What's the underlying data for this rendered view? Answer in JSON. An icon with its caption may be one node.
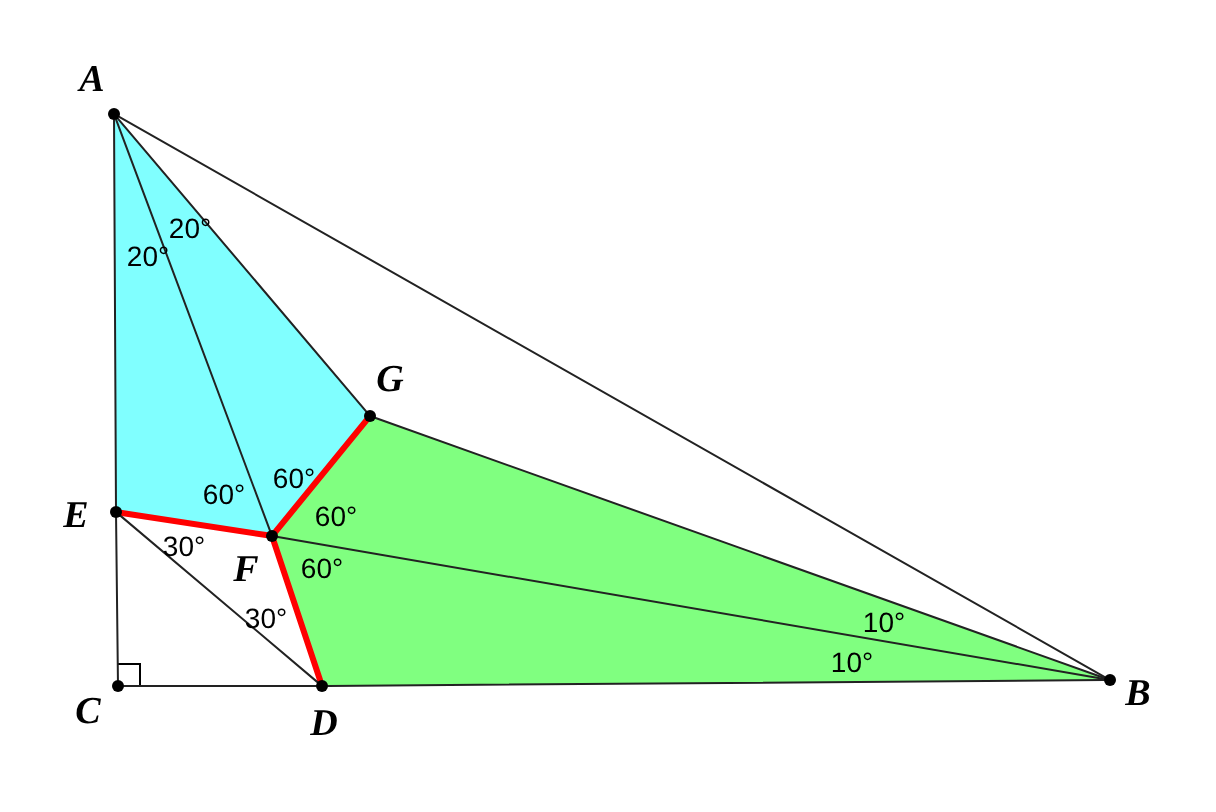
{
  "diagram": {
    "nodes": [
      {
        "text": [],
        "shape": "circle",
        "beside": [
          "A"
        ]
      },
      {
        "text": [],
        "shape": "circle",
        "beside": [
          "G"
        ]
      },
      {
        "text": [],
        "shape": "circle",
        "beside": [
          "E"
        ]
      },
      {
        "text": [],
        "shape": "circle",
        "beside": [
          "F"
        ]
      },
      {
        "text": [],
        "shape": "circle",
        "beside": [
          "C"
        ]
      },
      {
        "text": [],
        "shape": "circle",
        "beside": [
          "D"
        ]
      },
      {
        "text": [],
        "shape": "circle",
        "beside": [
          "B"
        ]
      }
    ],
    "edges": [
      {
        "from": 0,
        "to": 6,
        "arrow": "none"
      },
      {
        "from": 0,
        "to": 2,
        "arrow": "none"
      },
      {
        "from": 2,
        "to": 4,
        "arrow": "none"
      },
      {
        "from": 4,
        "to": 5,
        "arrow": "none"
      },
      {
        "from": 5,
        "to": 6,
        "arrow": "none"
      },
      {
        "from": 0,
        "to": 3,
        "arrow": "none"
      },
      {
        "from": 3,
        "to": 5,
        "arrow": "none",
        "style": "thick",
        "color": "#ff0000"
      },
      {
        "from": 2,
        "to": 3,
        "arrow": "none",
        "style": "thick",
        "color": "#ff0000"
      },
      {
        "from": 3,
        "to": 1,
        "arrow": "none",
        "style": "thick",
        "color": "#ff0000"
      },
      {
        "from": 3,
        "to": 6,
        "arrow": "none"
      },
      {
        "from": 2,
        "to": 5,
        "arrow": "none"
      },
      {
        "from": 0,
        "to": 1,
        "arrow": "none"
      },
      {
        "from": 1,
        "to": 6,
        "arrow": "none"
      }
    ],
    "labels": [
      "20°",
      "20°",
      "60°",
      "60°",
      "60°",
      "30°",
      "60°",
      "10°",
      "30°",
      "10°"
    ]
  }
}
